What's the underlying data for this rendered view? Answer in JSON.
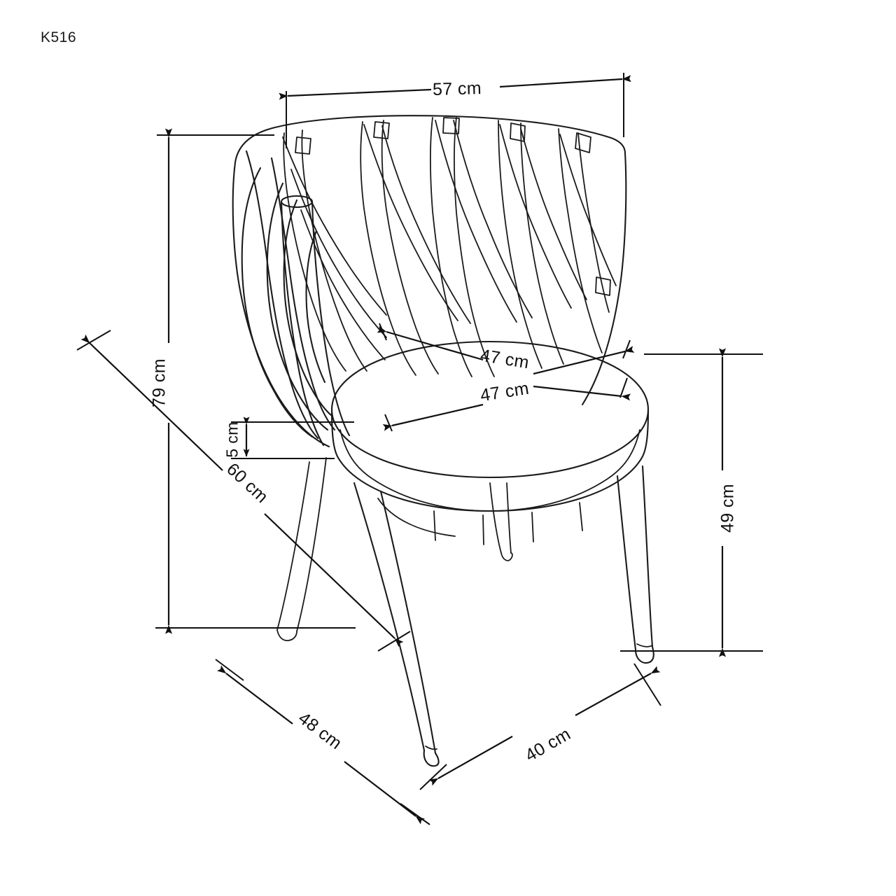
{
  "document": {
    "type": "technical-dimension-drawing",
    "subject": "upholstered chair with woven rope backrest and tapered legs",
    "model_code": "K516",
    "background_color": "#ffffff",
    "line_color": "#1b1b1b",
    "text_color": "#111111"
  },
  "dimensions": {
    "backrest_width": {
      "label": "57 cm",
      "value": 57,
      "unit": "cm",
      "position": "top"
    },
    "total_height": {
      "label": "79 cm",
      "value": 79,
      "unit": "cm",
      "position": "left-vertical"
    },
    "seat_depth": {
      "label": "47 cm",
      "value": 47,
      "unit": "cm",
      "position": "seat-diagonal-upper"
    },
    "seat_width": {
      "label": "47 cm",
      "value": 47,
      "unit": "cm",
      "position": "seat-diagonal-lower"
    },
    "cushion_thickness": {
      "label": "5 cm",
      "value": 5,
      "unit": "cm",
      "position": "left-seat-edge"
    },
    "overall_depth": {
      "label": "60 cm",
      "value": 60,
      "unit": "cm",
      "position": "left-diagonal"
    },
    "seat_height": {
      "label": "49 cm",
      "value": 49,
      "unit": "cm",
      "position": "right-vertical"
    },
    "leg_span_left": {
      "label": "48 cm",
      "value": 48,
      "unit": "cm",
      "position": "bottom-left-diagonal"
    },
    "leg_span_right": {
      "label": "40 cm",
      "value": 40,
      "unit": "cm",
      "position": "bottom-right-diagonal"
    }
  }
}
